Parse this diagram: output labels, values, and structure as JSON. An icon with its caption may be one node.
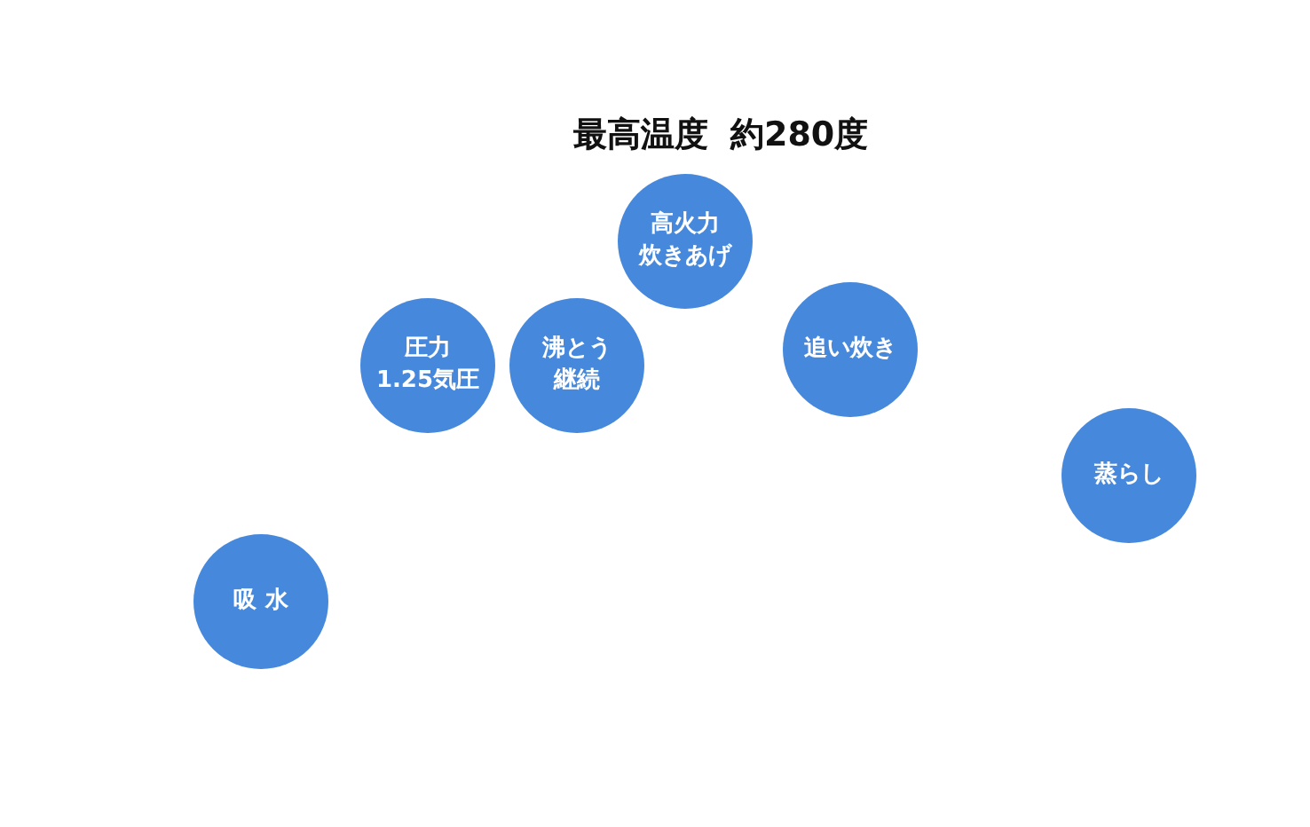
{
  "diagram": {
    "nodes": [
      {
        "text": [
          "吸 水"
        ]
      },
      {
        "text": [
          "圧力1.25気圧"
        ]
      },
      {
        "text": [
          "沸とう継続"
        ]
      },
      {
        "text": [
          "高火力炊きあげ"
        ]
      },
      {
        "text": [
          "追い炊き"
        ]
      },
      {
        "text": [
          "蒸らし"
        ]
      }
    ],
    "labels": [
      "最高温度 約280度"
    ]
  }
}
